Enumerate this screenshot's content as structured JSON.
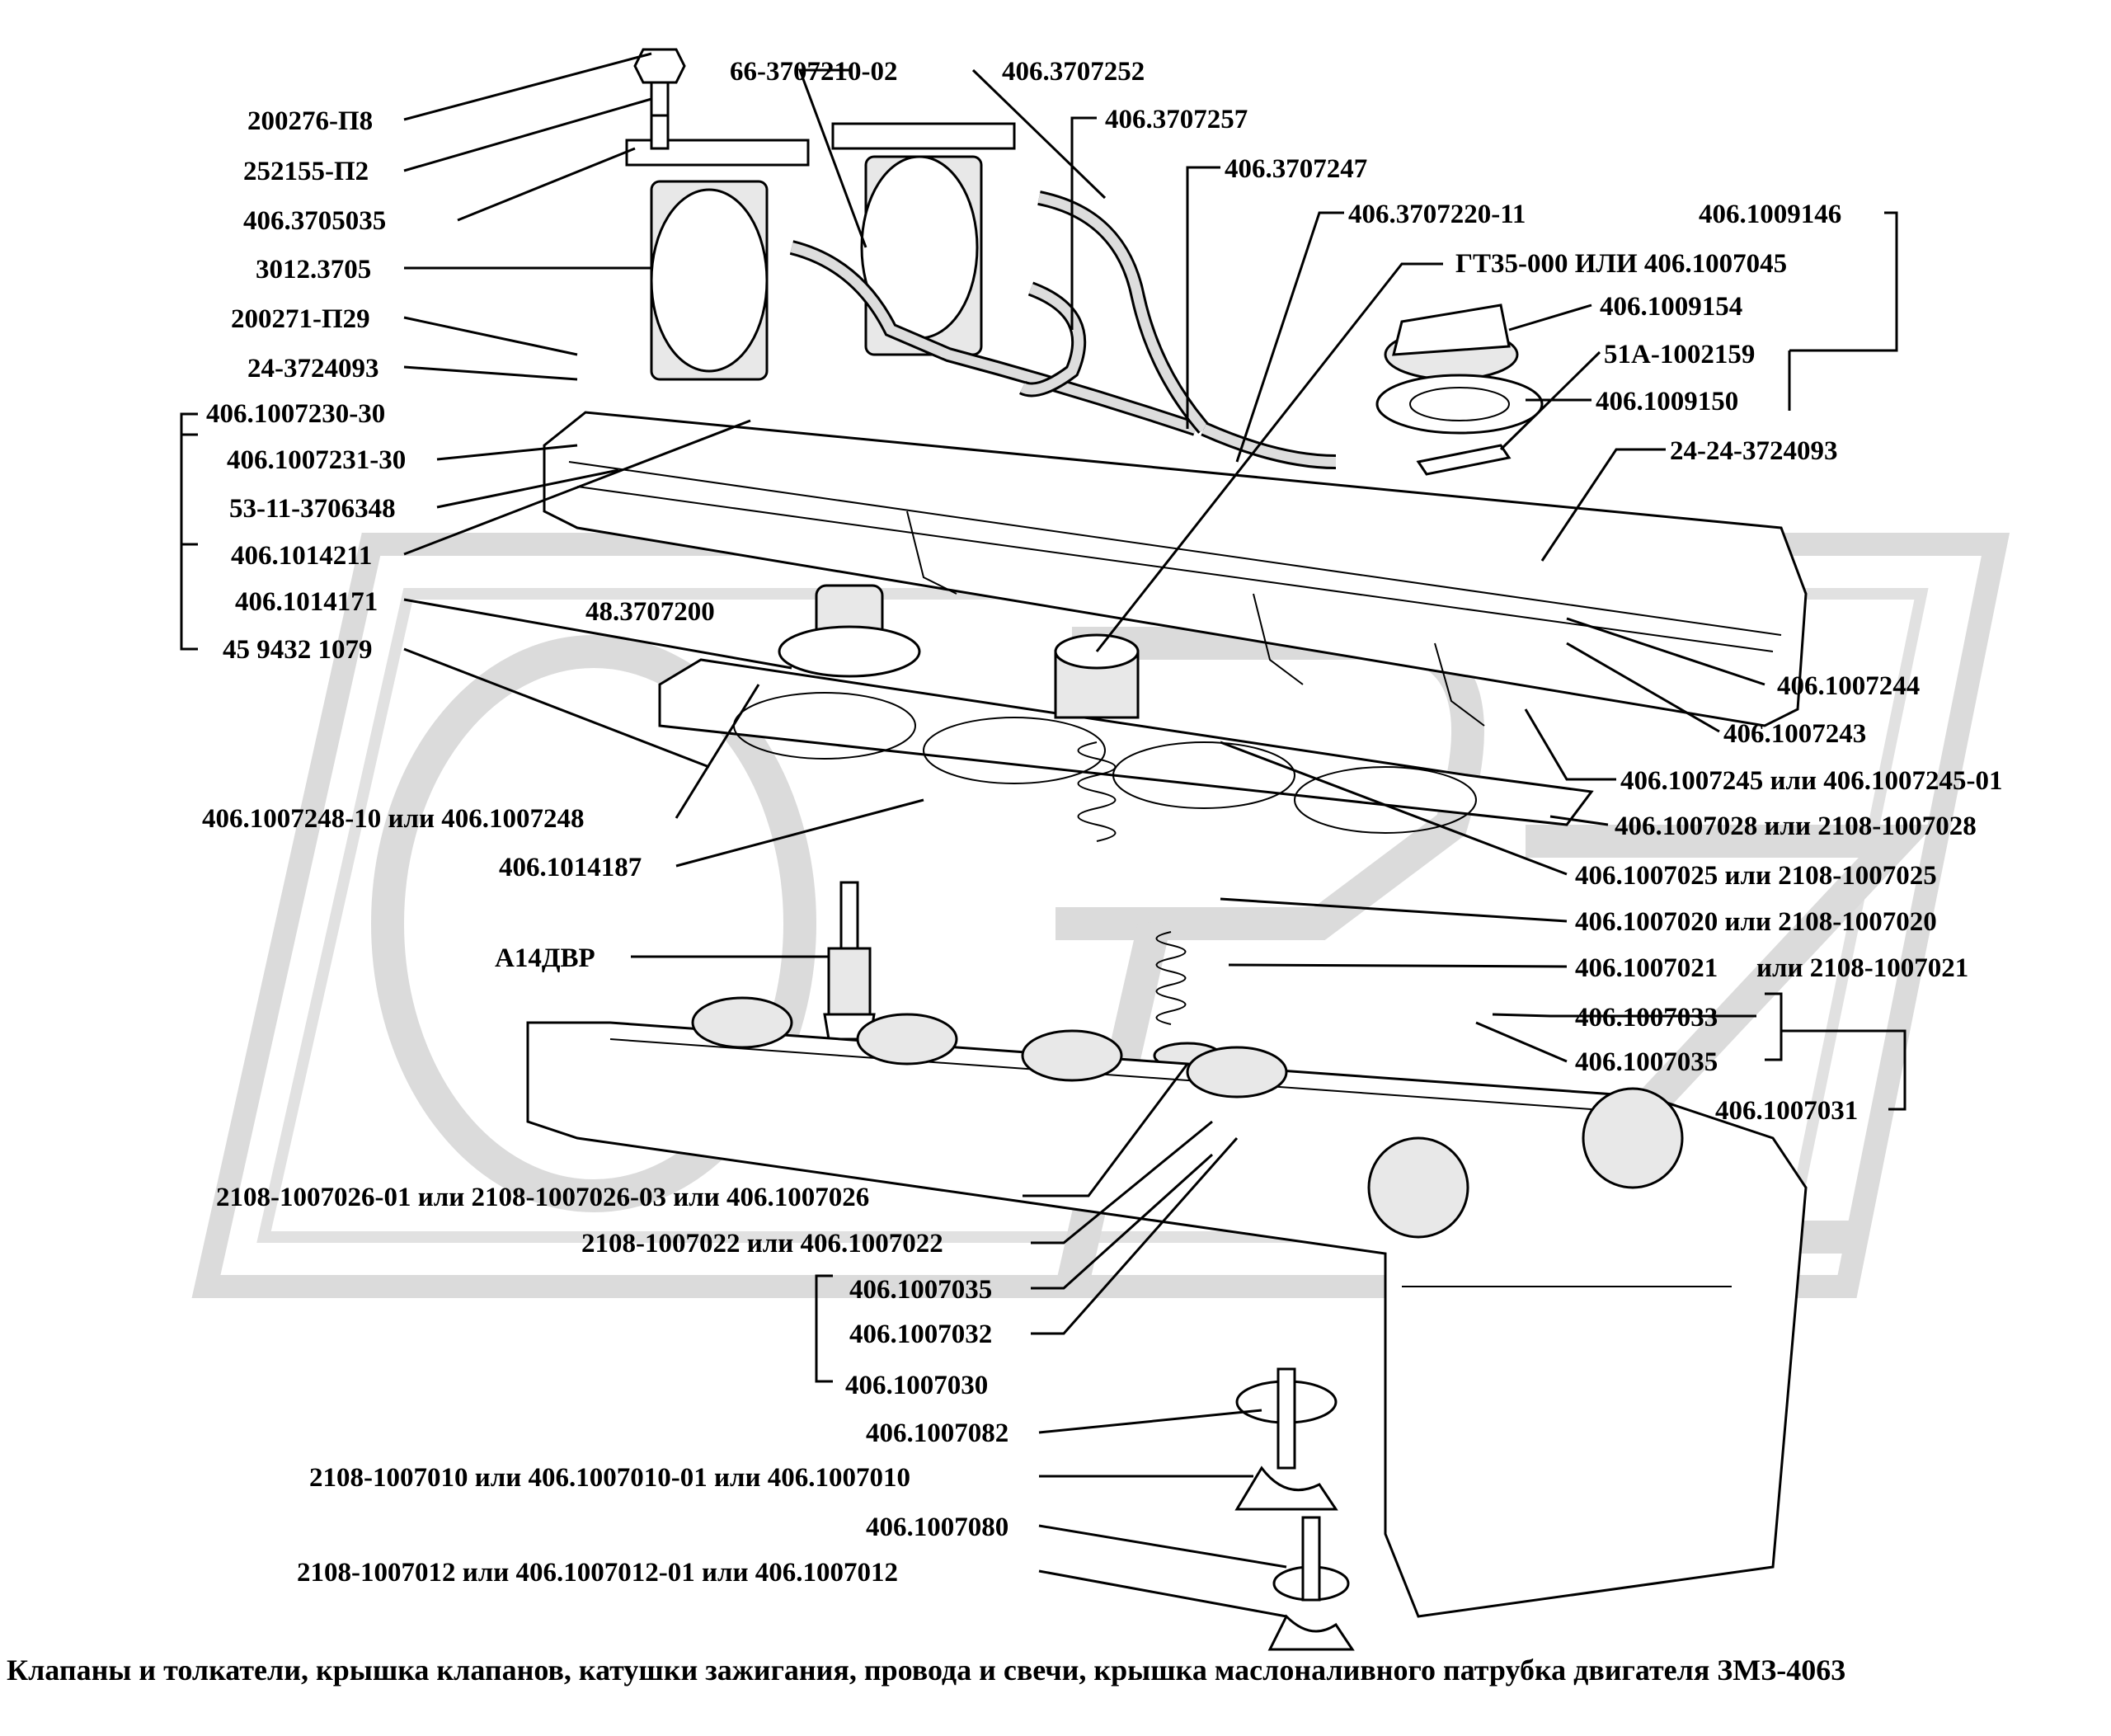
{
  "caption": "Клапаны и толкатели, крышка клапанов, катушки зажигания, провода и свечи, крышка маслоналивного патрубка двигателя ЗМЗ-4063",
  "labels": {
    "l01": "200276-П8",
    "l02": "252155-П2",
    "l03": "406.3705035",
    "l04": "3012.3705",
    "l05": "200271-П29",
    "l06": "24-3724093",
    "l07": "406.1007230-30",
    "l08": "406.1007231-30",
    "l09": "53-11-3706348",
    "l10": "406.1014211",
    "l11": "406.1014171",
    "l12": "45 9432 1079",
    "l13": "66-3707210-02",
    "l14": "406.3707252",
    "l15": "406.3707257",
    "l16": "406.3707247",
    "l17": "406.3707220-11",
    "l18": "ГТ35-000 ИЛИ 406.1007045",
    "l19": "406.1009146",
    "l20": "406.1009154",
    "l21": "51А-1002159",
    "l22": "406.1009150",
    "l23": "24-24-3724093",
    "l24": "48.3707200",
    "l25": "406.1007244",
    "l26": "406.1007243",
    "l27": "406.1007245 или 406.1007245-01",
    "l28": "406.1007028 или  2108-1007028",
    "l29": "406.1007248-10  или 406.1007248",
    "l30": "406.1014187",
    "l31": "406.1007025  или  2108-1007025",
    "l32": "406.1007020  или 2108-1007020",
    "l33": "А14ДВР",
    "l34": "406.1007021",
    "l35": "или  2108-1007021",
    "l36": "406.1007033",
    "l37": "406.1007035",
    "l38": "406.1007031",
    "l39": "2108-1007026-01 или 2108-1007026-03 или  406.1007026",
    "l40": "2108-1007022  или 406.1007022",
    "l41": "406.1007035",
    "l42": "406.1007032",
    "l43": "406.1007030",
    "l44": "406.1007082",
    "l45": "2108-1007010 или 406.1007010-01 или 406.1007010",
    "l46": "406.1007080",
    "l47": "2108-1007012 или 406.1007012-01 или 406.1007012"
  },
  "watermark": "OPZ"
}
